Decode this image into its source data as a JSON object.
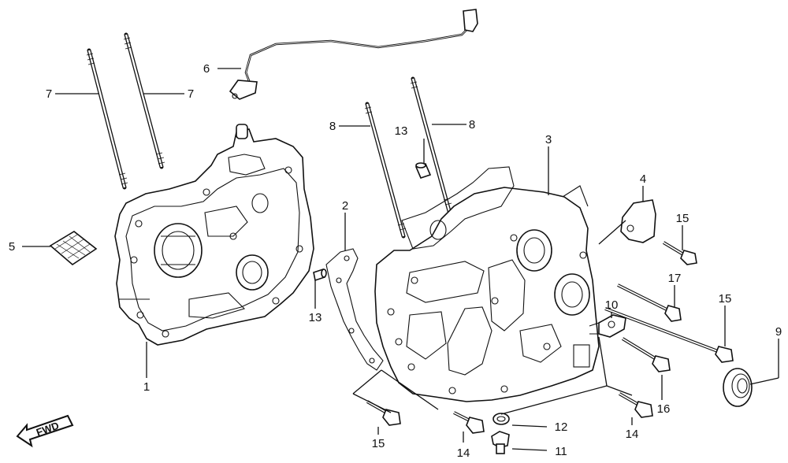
{
  "diagram": {
    "fwd_label": "FWD",
    "callouts": [
      {
        "id": "c1",
        "label": "1"
      },
      {
        "id": "c2",
        "label": "2"
      },
      {
        "id": "c3",
        "label": "3"
      },
      {
        "id": "c4",
        "label": "4"
      },
      {
        "id": "c5",
        "label": "5"
      },
      {
        "id": "c6",
        "label": "6"
      },
      {
        "id": "c7a",
        "label": "7"
      },
      {
        "id": "c7b",
        "label": "7"
      },
      {
        "id": "c8a",
        "label": "8"
      },
      {
        "id": "c8b",
        "label": "8"
      },
      {
        "id": "c9",
        "label": "9"
      },
      {
        "id": "c10",
        "label": "10"
      },
      {
        "id": "c11",
        "label": "11"
      },
      {
        "id": "c12",
        "label": "12"
      },
      {
        "id": "c13a",
        "label": "13"
      },
      {
        "id": "c13b",
        "label": "13"
      },
      {
        "id": "c14a",
        "label": "14"
      },
      {
        "id": "c14b",
        "label": "14"
      },
      {
        "id": "c15a",
        "label": "15"
      },
      {
        "id": "c15b",
        "label": "15"
      },
      {
        "id": "c15c",
        "label": "15"
      },
      {
        "id": "c16",
        "label": "16"
      },
      {
        "id": "c17",
        "label": "17"
      }
    ]
  }
}
